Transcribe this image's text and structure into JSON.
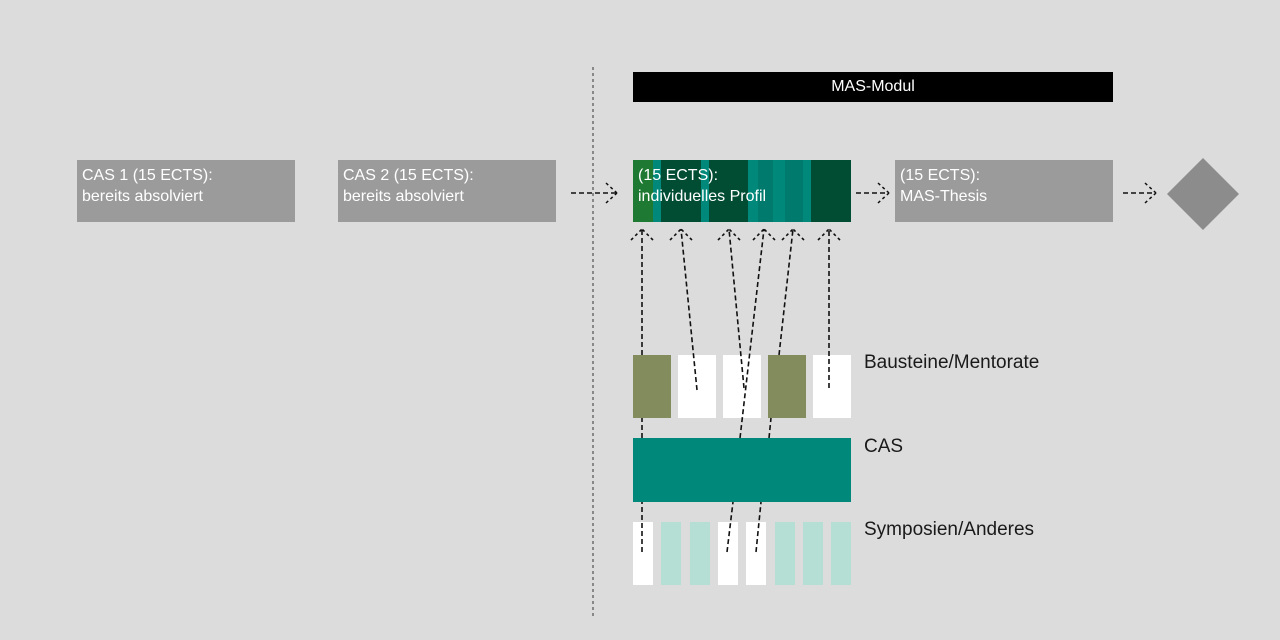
{
  "header": {
    "title": "MAS-Modul"
  },
  "flow": {
    "cas1": {
      "line1": "CAS 1 (15 ECTS):",
      "line2": "bereits absolviert"
    },
    "cas2": {
      "line1": "CAS 2 (15 ECTS):",
      "line2": "bereits absolviert"
    },
    "profil": {
      "line1": "(15 ECTS):",
      "line2": "individuelles Profil"
    },
    "thesis": {
      "line1": "(15 ECTS):",
      "line2": "MAS-Thesis"
    },
    "end_marker": "diamond-shape"
  },
  "rows": {
    "bausteine": {
      "label": "Bausteine/Mentorate",
      "boxes": [
        "olive",
        "white",
        "white",
        "olive",
        "white"
      ]
    },
    "cas": {
      "label": "CAS"
    },
    "symposien": {
      "label": "Symposien/Anderes",
      "boxes": [
        "white",
        "mint",
        "mint",
        "white",
        "white",
        "mint",
        "mint",
        "mint"
      ]
    }
  },
  "colors": {
    "background": "#dcdcdc",
    "gray_box": "#9b9b9b",
    "diamond": "#8c8c8c",
    "olive": "#838c5c",
    "white": "#ffffff",
    "mint": "#b5ded4",
    "cas_teal": "#00897b",
    "profil_green": "#1e7a32",
    "profil_dark": "#004d33",
    "profil_teal": "#00897b",
    "profil_teal_dark": "#007a6c"
  },
  "profil_segments": [
    "profil_green",
    "profil_teal",
    "profil_dark",
    "profil_teal",
    "profil_dark",
    "profil_teal",
    "profil_teal_dark",
    "profil_teal",
    "profil_teal_dark",
    "profil_teal",
    "profil_dark"
  ]
}
